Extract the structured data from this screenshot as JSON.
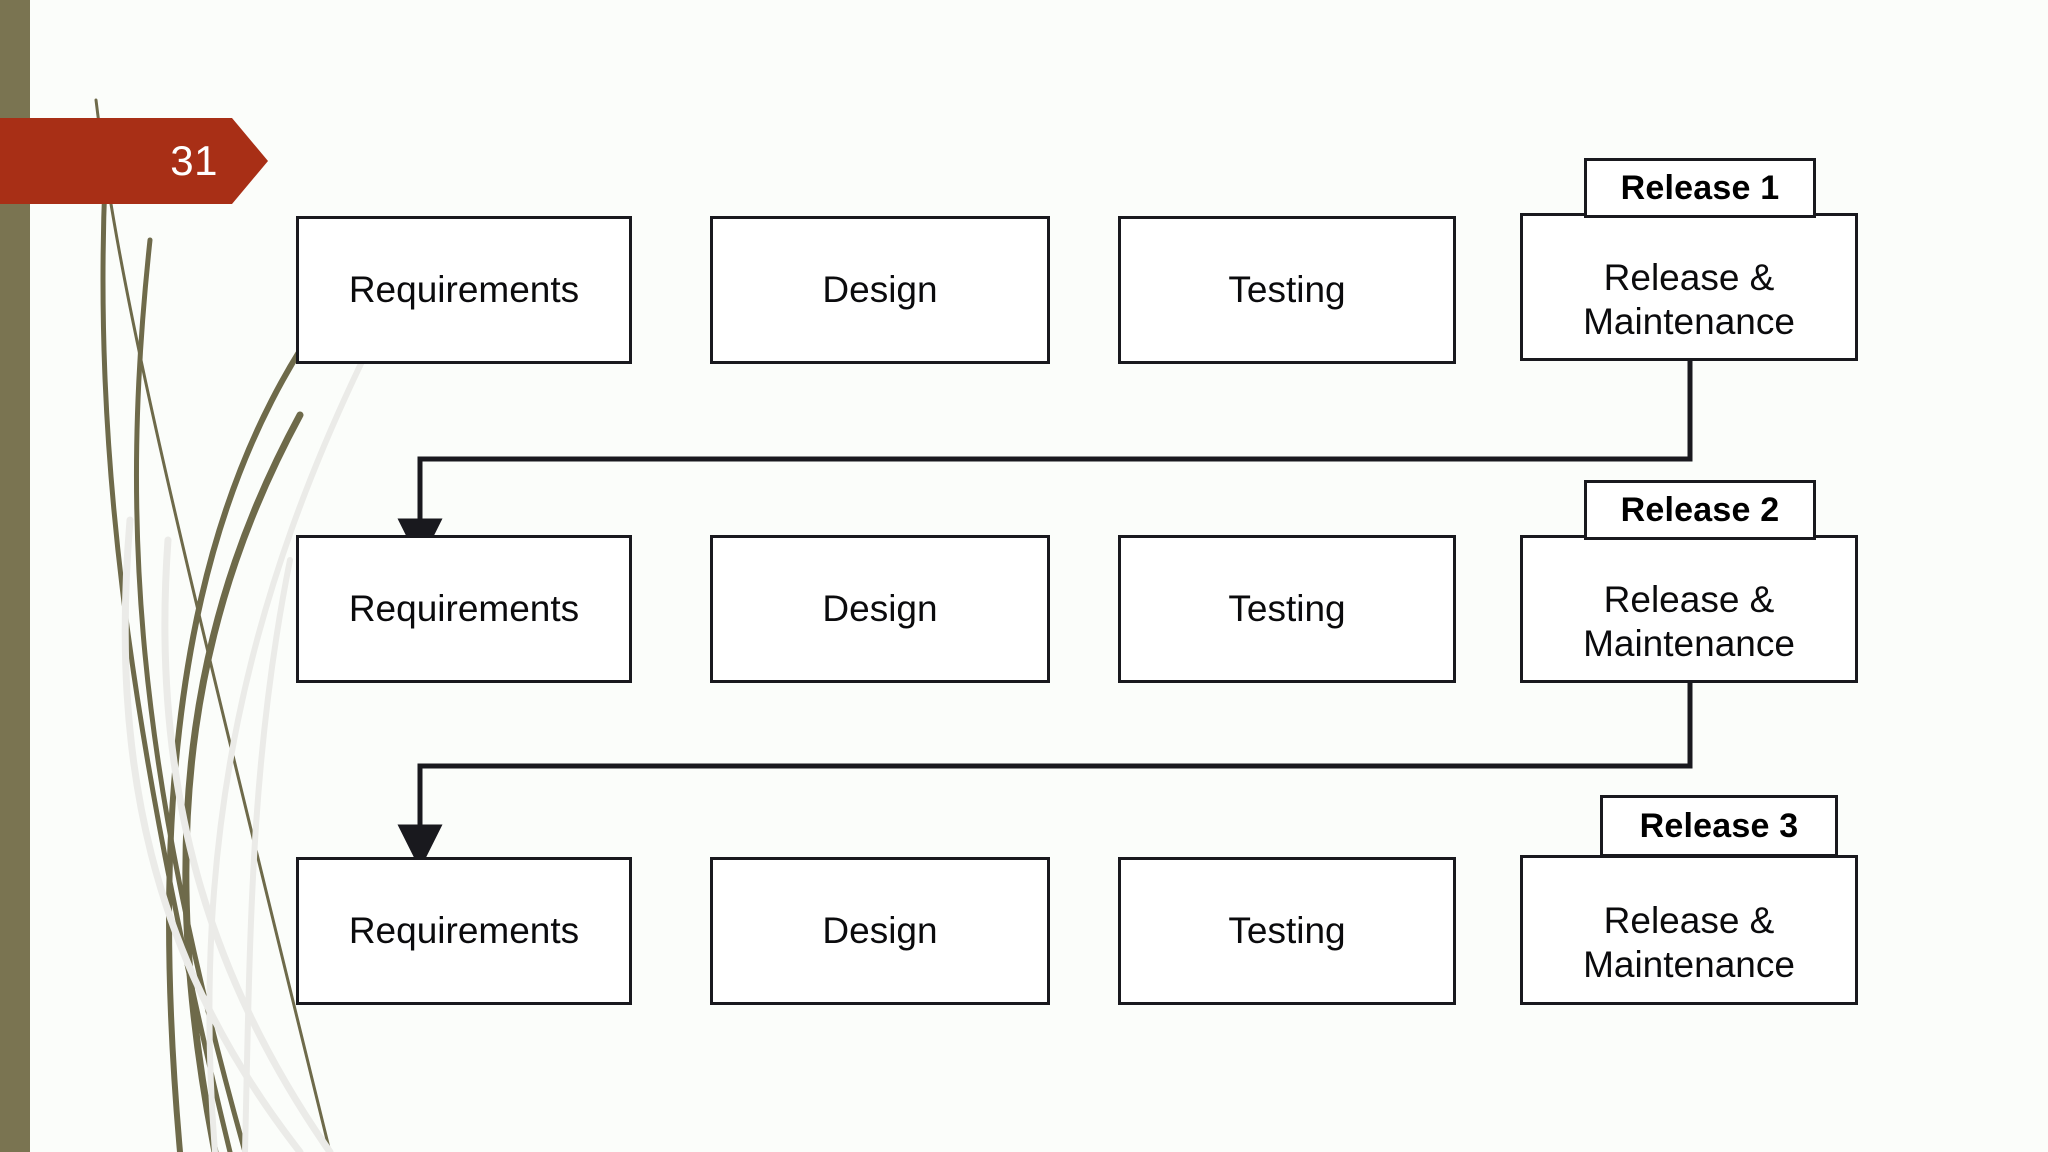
{
  "slide": {
    "number": "31",
    "background_color": "#fbfdfa",
    "accent_color": "#a82f16",
    "stripe_color": "#7a7451",
    "line_color": "#19191e"
  },
  "diagram": {
    "type": "incremental-development-model",
    "stage_labels": [
      "Requirements",
      "Design",
      "Testing",
      "Release &\nMaintenance"
    ],
    "rows": [
      {
        "tag": "Release 1",
        "stages": [
          {
            "label": "Requirements"
          },
          {
            "label": "Design"
          },
          {
            "label": "Testing"
          },
          {
            "label": "Release & Maintenance",
            "line1": "Release &",
            "line2": "Maintenance"
          }
        ]
      },
      {
        "tag": "Release 2",
        "stages": [
          {
            "label": "Requirements"
          },
          {
            "label": "Design"
          },
          {
            "label": "Testing"
          },
          {
            "label": "Release & Maintenance",
            "line1": "Release &",
            "line2": "Maintenance"
          }
        ]
      },
      {
        "tag": "Release 3",
        "stages": [
          {
            "label": "Requirements"
          },
          {
            "label": "Design"
          },
          {
            "label": "Testing"
          },
          {
            "label": "Release & Maintenance",
            "line1": "Release &",
            "line2": "Maintenance"
          }
        ]
      }
    ],
    "connectors": [
      {
        "from": "release-1-maintenance",
        "to": "release-2-requirements"
      },
      {
        "from": "release-2-maintenance",
        "to": "release-3-requirements"
      }
    ]
  }
}
